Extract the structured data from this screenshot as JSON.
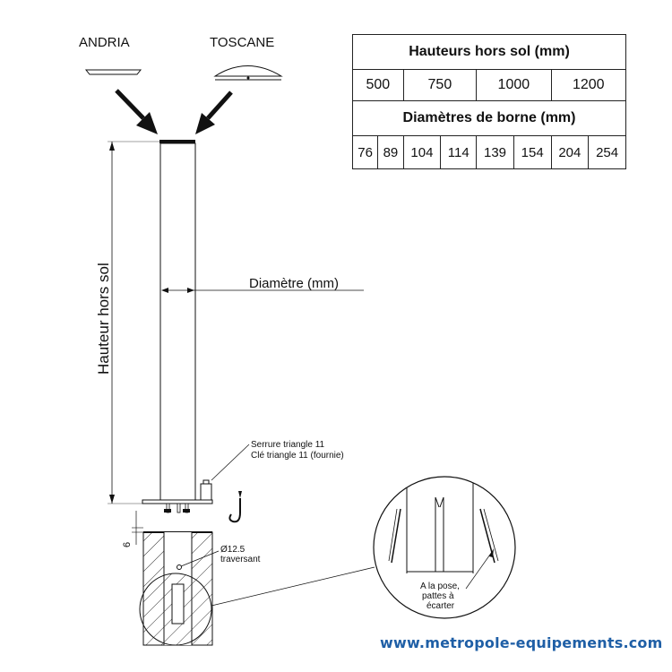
{
  "labels": {
    "andria": "ANDRIA",
    "toscane": "TOSCANE",
    "hauteur_hors_sol": "Hauteur hors sol",
    "diametre": "Diamètre (mm)",
    "serrure_line1": "Serrure triangle 11",
    "serrure_line2": "Clé triangle 11 (fournie)",
    "dimension_6": "6",
    "perforation_line1": "Ø12.5",
    "perforation_line2": "traversant",
    "detail_line1": "A la pose,",
    "detail_line2": "pattes à",
    "detail_line3": "écarter"
  },
  "table": {
    "heights_title": "Hauteurs hors sol (mm)",
    "heights": [
      "500",
      "750",
      "1000",
      "1200"
    ],
    "diameters_title": "Diamètres de borne (mm)",
    "diameters": [
      "76",
      "89",
      "104",
      "114",
      "139",
      "154",
      "204",
      "254"
    ]
  },
  "footer": {
    "url": "www.metropole-equipements.com"
  },
  "colors": {
    "line": "#111111",
    "link": "#1f5fa6"
  }
}
